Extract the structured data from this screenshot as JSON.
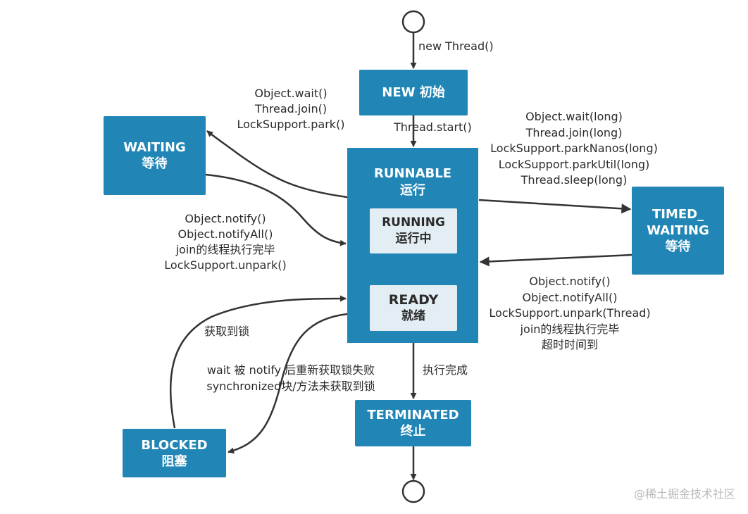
{
  "states": {
    "new": [
      "NEW 初始"
    ],
    "waiting": [
      "WAITING",
      "等待"
    ],
    "runnable": [
      "RUNNABLE",
      "运行"
    ],
    "running": [
      "RUNNING",
      "运行中"
    ],
    "ready": [
      "READY",
      "就绪"
    ],
    "timed_waiting": [
      "TIMED_",
      "WAITING",
      "等待"
    ],
    "blocked": [
      "BLOCKED",
      "阻塞"
    ],
    "terminated": [
      "TERMINATED",
      "终止"
    ]
  },
  "labels": {
    "new_thread": "new Thread()",
    "thread_start": "Thread.start()",
    "to_waiting": [
      "Object.wait()",
      "Thread.join()",
      "LockSupport.park()"
    ],
    "from_waiting": [
      "Object.notify()",
      "Object.notifyAll()",
      "join的线程执行完毕",
      "LockSupport.unpark()"
    ],
    "to_timed_waiting": [
      "Object.wait(long)",
      "Thread.join(long)",
      "LockSupport.parkNanos(long)",
      "LockSupport.parkUtil(long)",
      "Thread.sleep(long)"
    ],
    "from_timed_waiting": [
      "Object.notify()",
      "Object.notifyAll()",
      "LockSupport.unpark(Thread)",
      "join的线程执行完毕",
      "超时时间到"
    ],
    "acquire_lock": "获取到锁",
    "to_blocked": [
      "wait 被 notify 后重新获取锁失败",
      "synchronized块/方法未获取到锁"
    ],
    "finished": "执行完成"
  },
  "watermark": "@稀土掘金技术社区",
  "colors": {
    "state_fill": "#2186B6",
    "inner_fill": "#E3EEF4",
    "arrow": "#333333",
    "inner_arrow": "#FFFF88"
  }
}
